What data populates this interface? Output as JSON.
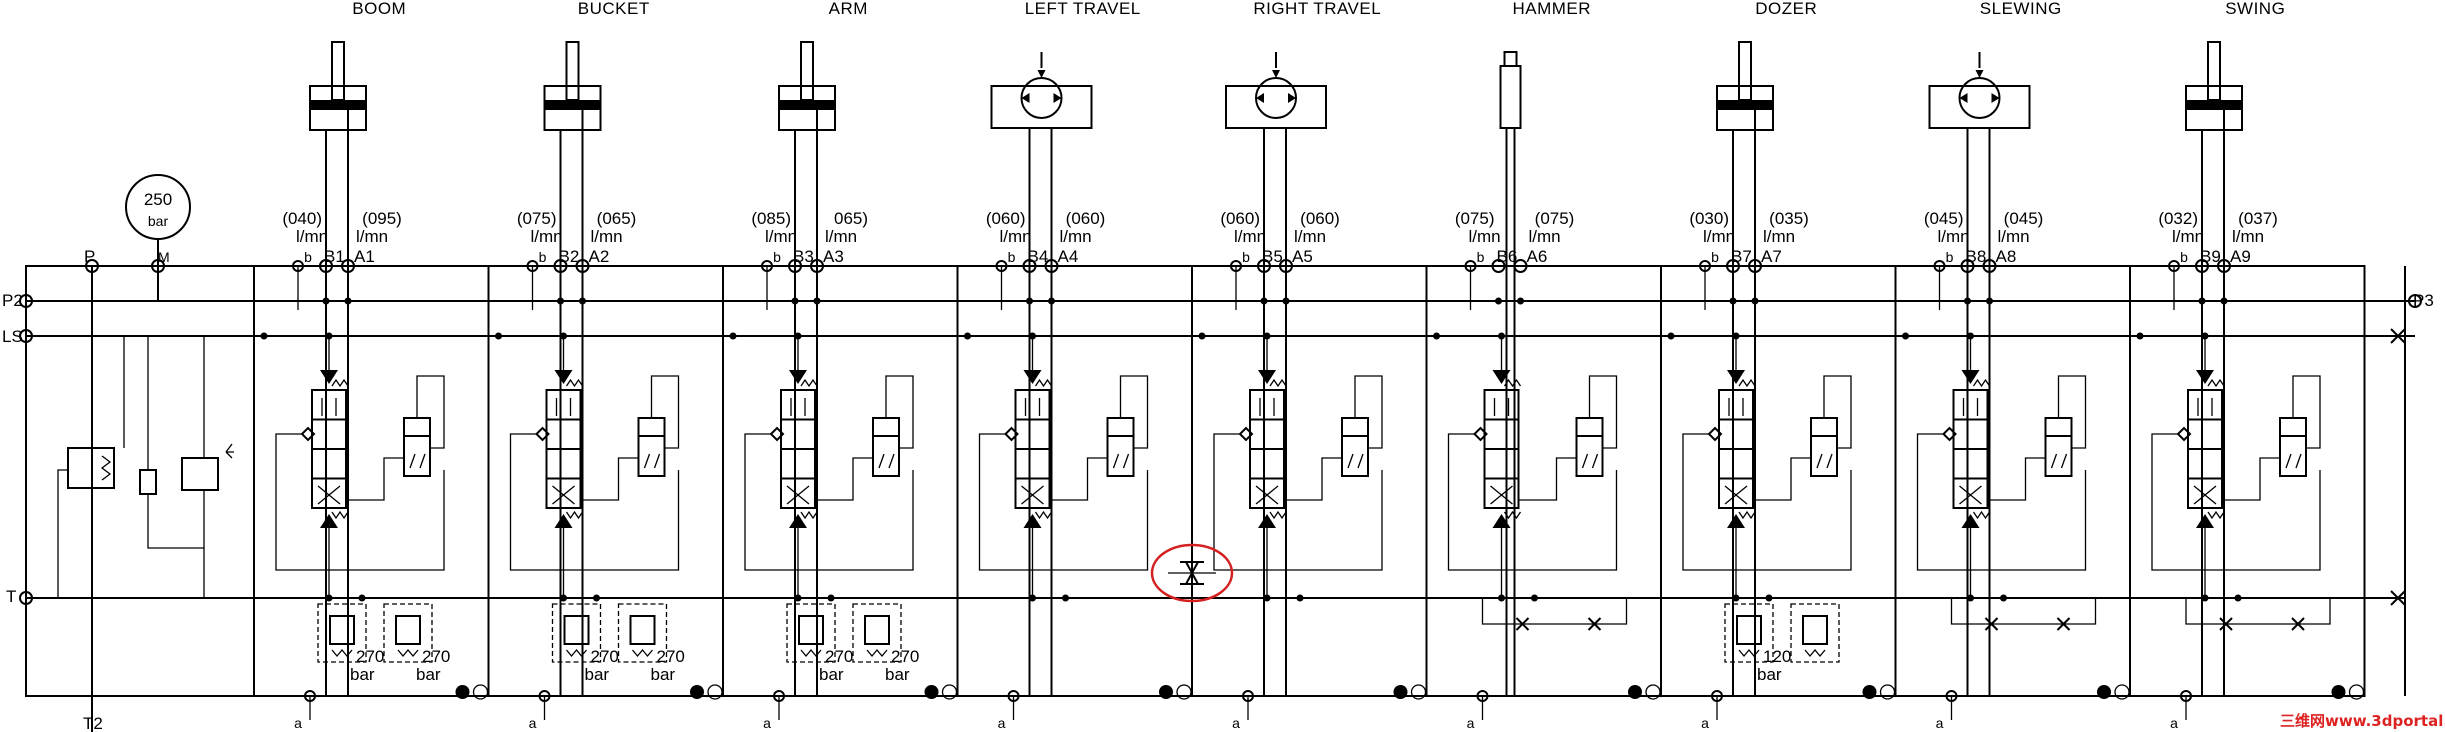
{
  "sections": [
    {
      "id": "boom",
      "title": "BOOM",
      "actuator": "cylinder",
      "flow_b": "(040)",
      "flow_a": "(095)",
      "unit": "l/mn",
      "port_b": "B1",
      "port_a": "A1",
      "relief": [
        "270",
        "270"
      ],
      "relief_unit": "bar"
    },
    {
      "id": "bucket",
      "title": "BUCKET",
      "actuator": "cylinder",
      "flow_b": "(075)",
      "flow_a": "(065)",
      "unit": "l/mn",
      "port_b": "B2",
      "port_a": "A2",
      "relief": [
        "270",
        "270"
      ],
      "relief_unit": "bar"
    },
    {
      "id": "arm",
      "title": "ARM",
      "actuator": "cylinder",
      "flow_b": "(085)",
      "flow_a": "065)",
      "unit": "l/mn",
      "port_b": "B3",
      "port_a": "A3",
      "relief": [
        "270",
        "270"
      ],
      "relief_unit": "bar"
    },
    {
      "id": "left-travel",
      "title": "LEFT  TRAVEL",
      "actuator": "motor",
      "flow_b": "(060)",
      "flow_a": "(060)",
      "unit": "l/mn",
      "port_b": "B4",
      "port_a": "A4",
      "relief": [],
      "relief_unit": ""
    },
    {
      "id": "right-travel",
      "title": "RIGHT  TRAVEL",
      "actuator": "motor",
      "flow_b": "(060)",
      "flow_a": "(060)",
      "unit": "l/mn",
      "port_b": "B5",
      "port_a": "A5",
      "relief": [],
      "relief_unit": ""
    },
    {
      "id": "hammer",
      "title": "HAMMER",
      "actuator": "hammer",
      "flow_b": "(075)",
      "flow_a": "(075)",
      "unit": "l/mn",
      "port_b": "B6",
      "port_a": "A6",
      "relief": [],
      "relief_unit": ""
    },
    {
      "id": "dozer",
      "title": "DOZER",
      "actuator": "cylinder",
      "flow_b": "(030)",
      "flow_a": "(035)",
      "unit": "l/mn",
      "port_b": "B7",
      "port_a": "A7",
      "relief": [
        "120",
        ""
      ],
      "relief_unit": "bar"
    },
    {
      "id": "slewing",
      "title": "SLEWING",
      "actuator": "motor",
      "flow_b": "(045)",
      "flow_a": "(045)",
      "unit": "l/mn",
      "port_b": "B8",
      "port_a": "A8",
      "relief": [],
      "relief_unit": ""
    },
    {
      "id": "swing",
      "title": "SWING",
      "actuator": "cylinder",
      "flow_b": "(032)",
      "flow_a": "(037)",
      "unit": "l/mn",
      "port_b": "B9",
      "port_a": "A9",
      "relief": [],
      "relief_unit": ""
    }
  ],
  "gauge": {
    "value": "250",
    "unit": "bar",
    "port": "M"
  },
  "ports": {
    "p": "P",
    "p2": "P2",
    "p3": "P3",
    "ls": "LS",
    "t": "T",
    "t2": "T2",
    "b": "b",
    "a": "a"
  },
  "watermark": "三维网www.3dportal.cn",
  "colors": {
    "line": "#000000",
    "highlight": "#d42020",
    "background": "#ffffff"
  }
}
